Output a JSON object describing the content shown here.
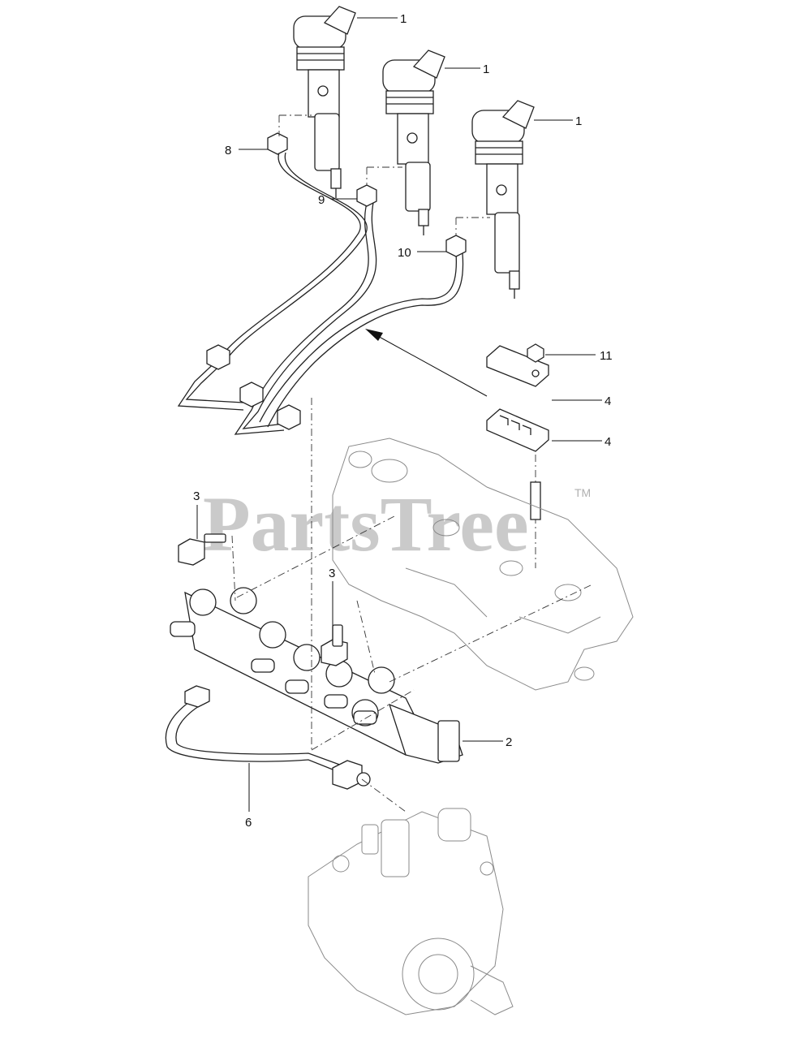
{
  "diagram": {
    "watermark": "PartsTree",
    "trademark": "TM",
    "callouts": [
      {
        "id": "c1a",
        "label": "1"
      },
      {
        "id": "c1b",
        "label": "1"
      },
      {
        "id": "c1c",
        "label": "1"
      },
      {
        "id": "c8",
        "label": "8"
      },
      {
        "id": "c9",
        "label": "9"
      },
      {
        "id": "c10",
        "label": "10"
      },
      {
        "id": "c11",
        "label": "11"
      },
      {
        "id": "c4a",
        "label": "4"
      },
      {
        "id": "c4b",
        "label": "4"
      },
      {
        "id": "c3a",
        "label": "3"
      },
      {
        "id": "c3b",
        "label": "3"
      },
      {
        "id": "c2",
        "label": "2"
      },
      {
        "id": "c6",
        "label": "6"
      }
    ]
  }
}
